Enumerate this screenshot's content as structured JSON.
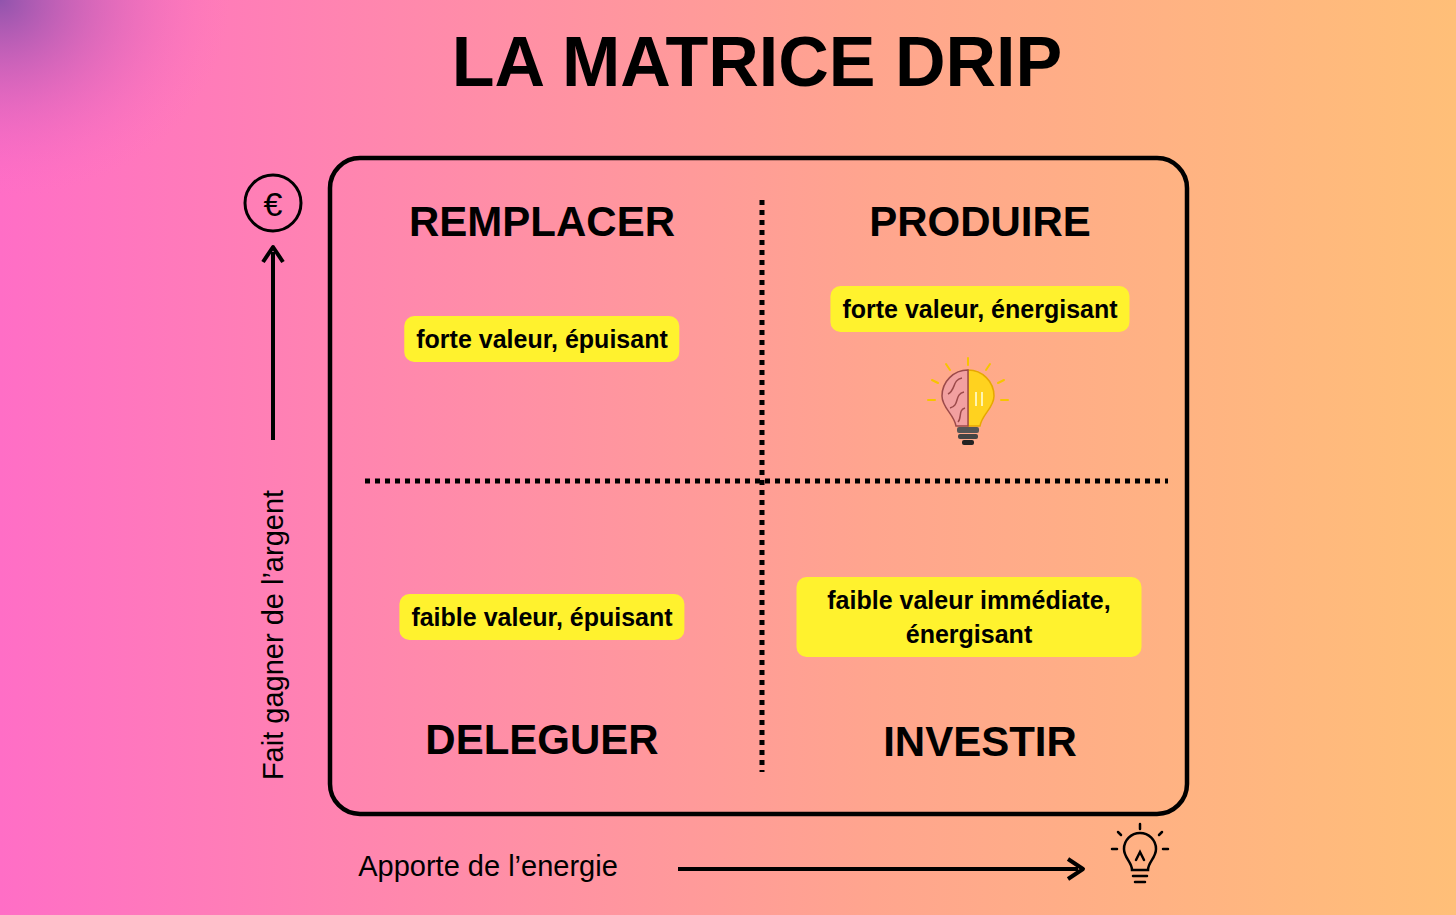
{
  "diagram": {
    "title": "LA MATRICE DRIP",
    "nodes": [
      {
        "text": [
          "forte valeur, épuisant"
        ]
      },
      {
        "text": [
          "forte valeur, énergisant"
        ]
      },
      {
        "text": [
          "faible valeur, épuisant"
        ]
      },
      {
        "text": [
          "faible valeur immédiate, énergisant"
        ]
      }
    ],
    "labels": [
      "REMPLACER",
      "PRODUIRE",
      "DELEGUER",
      "INVESTIR",
      "€",
      "Fait gagner de l’argent",
      "Apporte de l’energie"
    ]
  }
}
